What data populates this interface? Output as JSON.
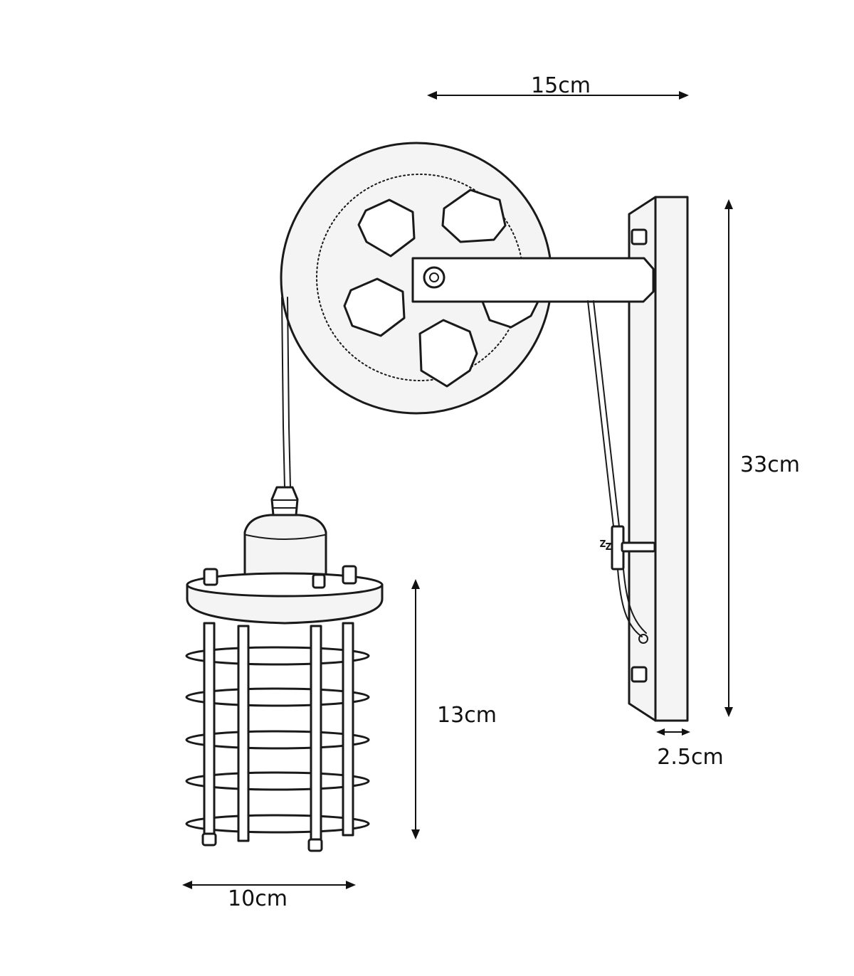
{
  "dimensions": {
    "top_width": "15cm",
    "height": "33cm",
    "cage_height": "13cm",
    "cage_width": "10cm",
    "plate_depth": "2.5cm"
  },
  "colors": {
    "ink": "#1a1a1a",
    "background": "#ffffff"
  }
}
